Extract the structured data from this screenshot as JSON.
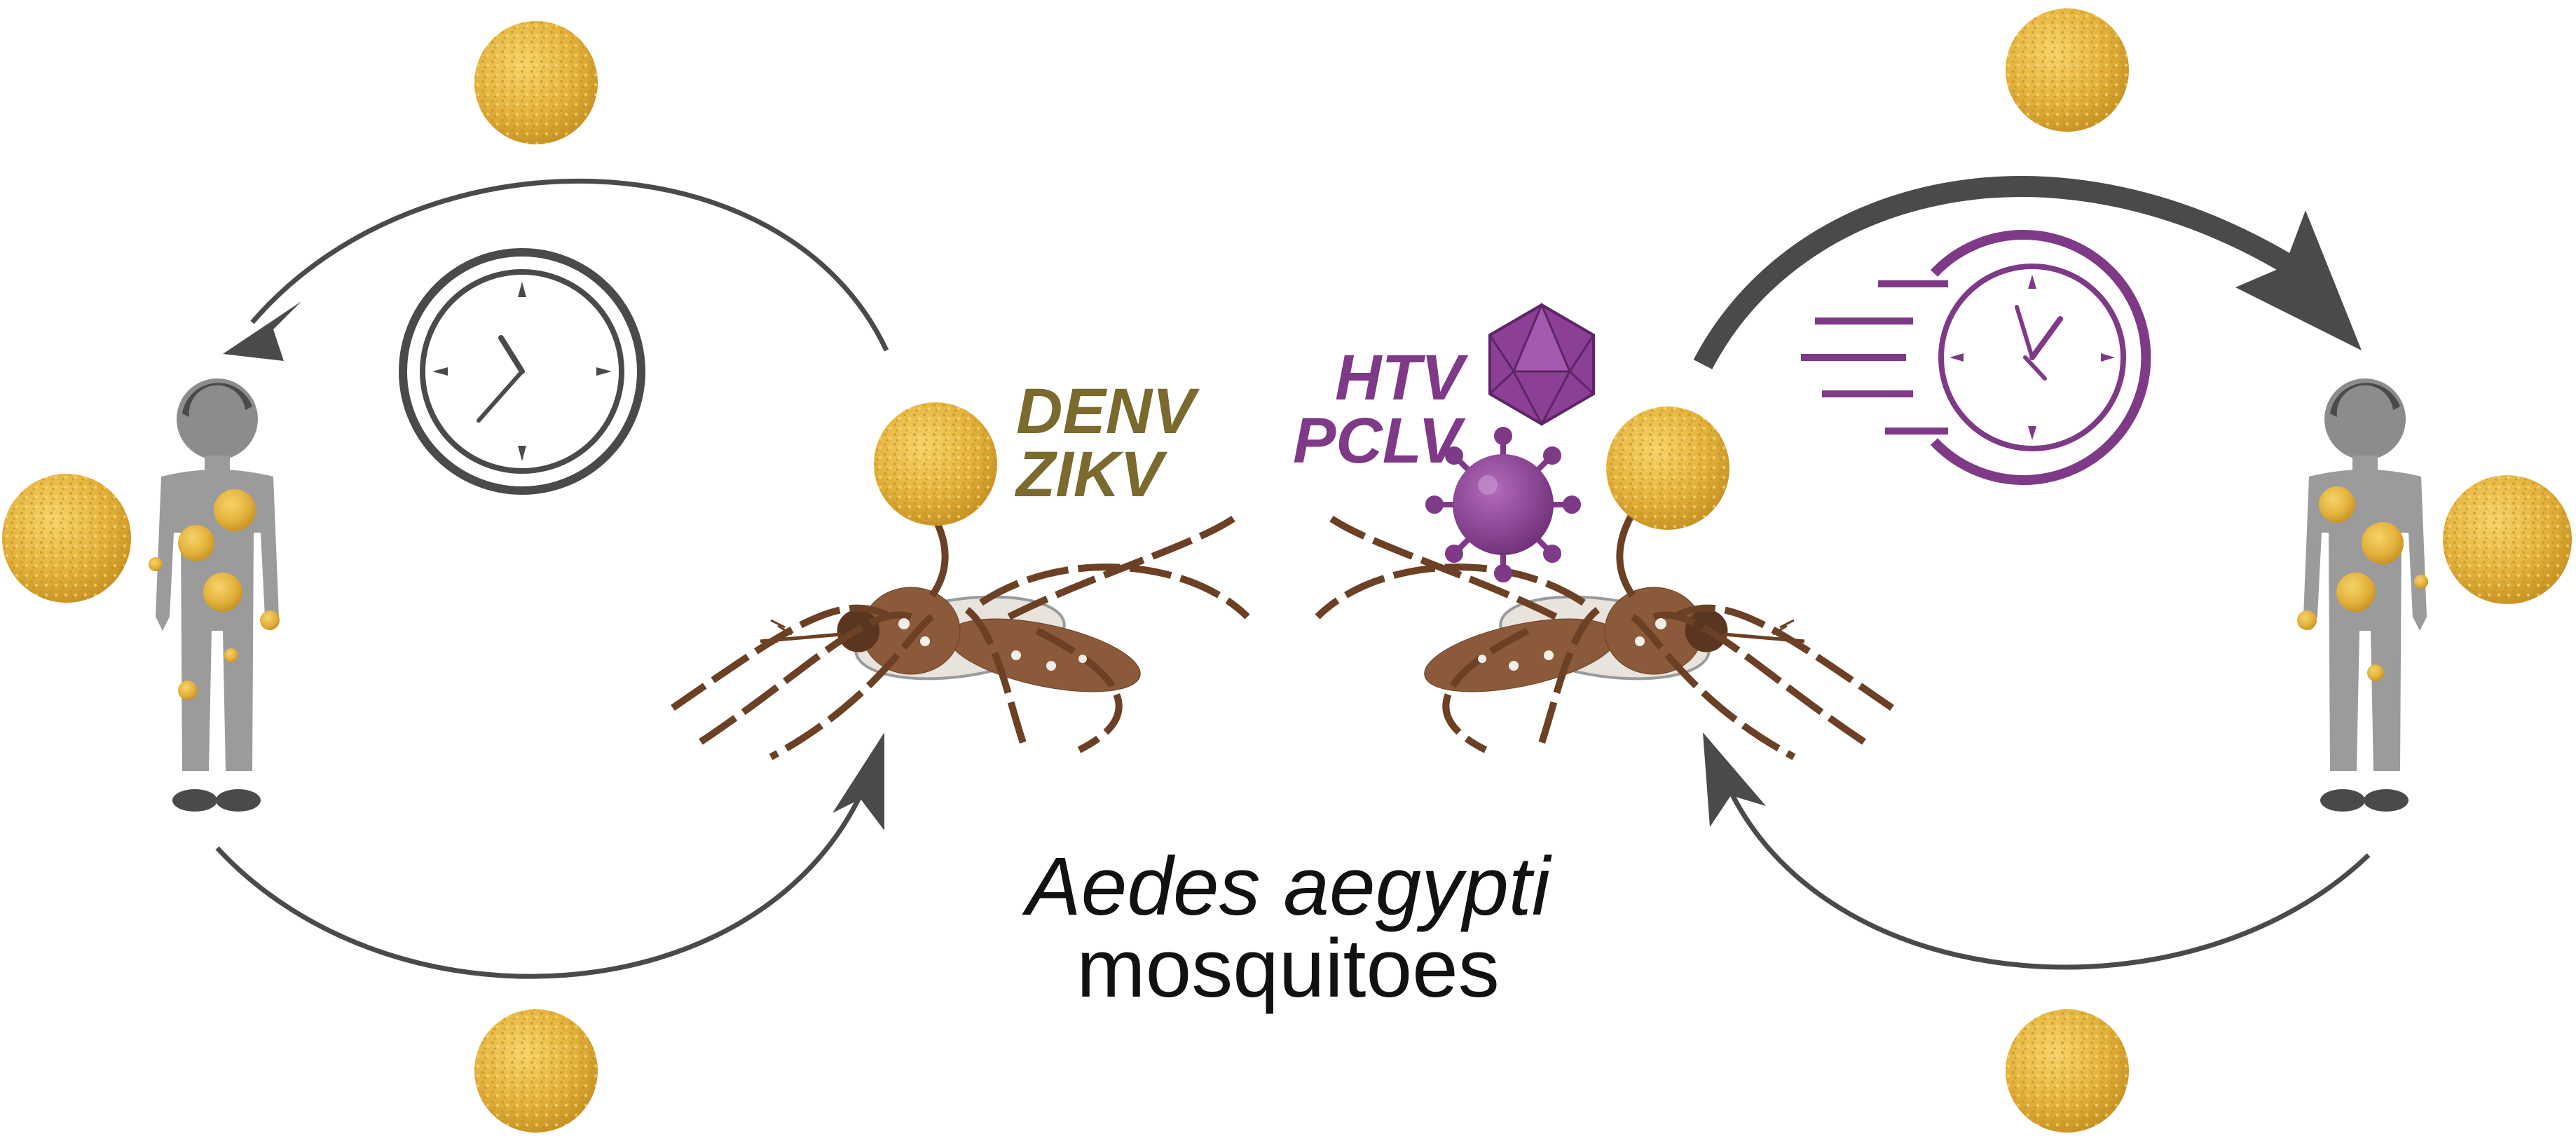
{
  "labels": {
    "flavivirus_top": "DENV",
    "flavivirus_bottom": "ZIKV",
    "isv_top": "HTV",
    "isv_bottom": "PCLV",
    "species": "Aedes aegypti",
    "organism": "mosquitoes"
  },
  "colors": {
    "flavivirus_text": "#7a6a2e",
    "isv_text": "#7e3a87",
    "virion": "#e3b23c",
    "arrow": "#4a4a4a",
    "human": "#9b9b9b",
    "mosquito": "#8a5a3a"
  },
  "icons": {
    "left_clock": "clock-icon",
    "right_clock": "fast-clock-icon",
    "icosahedral_virus": "icosahedral-virus-icon",
    "spiked_virus": "spiked-virus-icon"
  }
}
